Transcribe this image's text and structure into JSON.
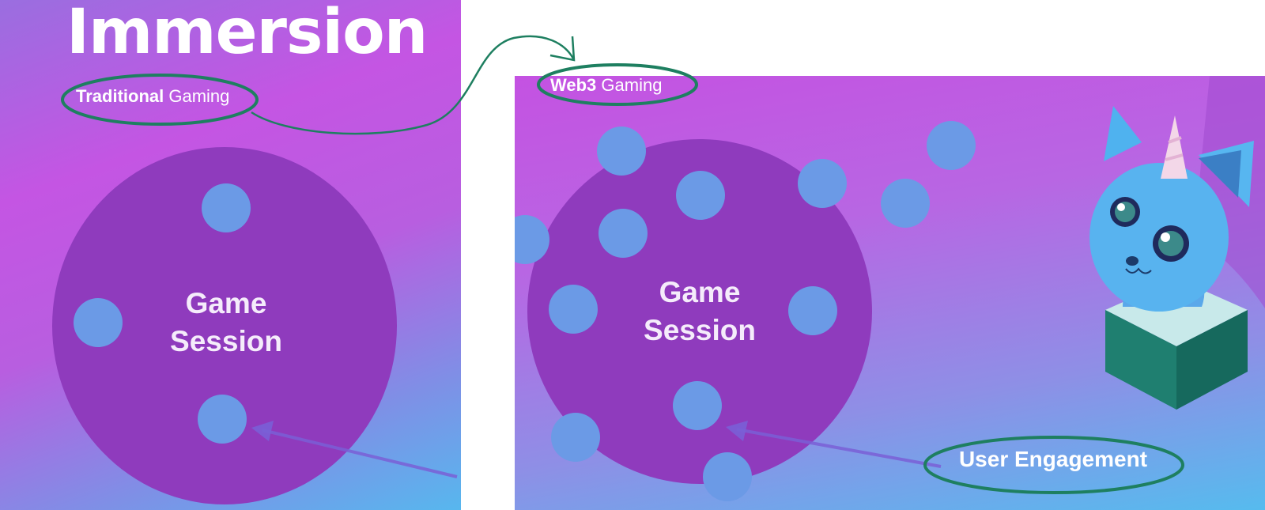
{
  "title": "Immersion",
  "left": {
    "tag_bold": "Traditional",
    "tag_rest": "Gaming",
    "session_line1": "Game",
    "session_line2": "Session"
  },
  "right": {
    "tag_bold": "Web3",
    "tag_rest": "Gaming",
    "session_line1": "Game",
    "session_line2": "Session",
    "engagement_label": "User Engagement"
  },
  "colors": {
    "session_circle": "#8f3bbd",
    "dot": "#6b9ae6",
    "annotation_ink": "#1e7f60",
    "arrow": "#7a5fd6"
  },
  "icons": [
    "unicorn-mascot-icon"
  ]
}
